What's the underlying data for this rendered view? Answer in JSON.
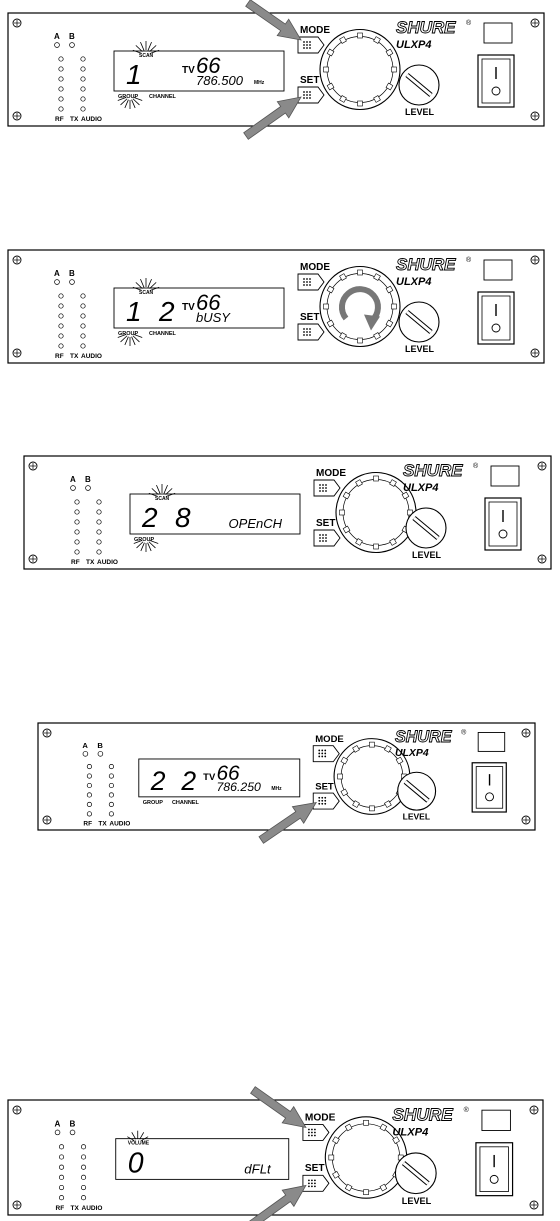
{
  "labels": {
    "brand": "SHURE",
    "registered": "®",
    "model": "ULXP4",
    "mode": "MODE",
    "set": "SET",
    "level": "LEVEL",
    "meter_a": "A",
    "meter_b": "B",
    "rf": "RF",
    "tx": "TX",
    "audio": "AUDIO",
    "group": "GROUP",
    "channel": "CHANNEL",
    "scan": "SCAN",
    "volume": "VOLUME",
    "tv": "TV",
    "mhz": "MHz"
  },
  "panels": [
    {
      "group": "1",
      "channel": "",
      "tv": "66",
      "freq": "786.500",
      "scan_label": true,
      "group_label": true,
      "channel_label": true,
      "mhz_label": true,
      "rays_scan": true,
      "rays_group": true,
      "arrow_mode": true,
      "arrow_set": true,
      "rotate_knob": false,
      "volume_label": false
    },
    {
      "group": "1",
      "channel": "2",
      "tv": "66",
      "freq": "bUSY",
      "scan_label": true,
      "group_label": true,
      "channel_label": true,
      "mhz_label": false,
      "rays_scan": true,
      "rays_group": true,
      "arrow_mode": false,
      "arrow_set": false,
      "rotate_knob": true,
      "volume_label": false
    },
    {
      "group": "2",
      "channel": "8",
      "tv": "",
      "freq": "OPEnCH",
      "scan_label": true,
      "group_label": true,
      "channel_label": false,
      "mhz_label": false,
      "rays_scan": true,
      "rays_group": true,
      "arrow_mode": false,
      "arrow_set": false,
      "rotate_knob": false,
      "volume_label": false
    },
    {
      "group": "2",
      "channel": "2",
      "tv": "66",
      "freq": "786.250",
      "scan_label": false,
      "group_label": true,
      "channel_label": true,
      "mhz_label": true,
      "rays_scan": false,
      "rays_group": false,
      "arrow_mode": false,
      "arrow_set": true,
      "rotate_knob": false,
      "volume_label": false
    },
    {
      "group": "0",
      "channel": "",
      "tv": "",
      "freq": "dFLt",
      "scan_label": false,
      "group_label": false,
      "channel_label": false,
      "mhz_label": false,
      "rays_scan": false,
      "rays_group": false,
      "arrow_mode": true,
      "arrow_set": true,
      "rotate_knob": false,
      "volume_label": true
    }
  ]
}
